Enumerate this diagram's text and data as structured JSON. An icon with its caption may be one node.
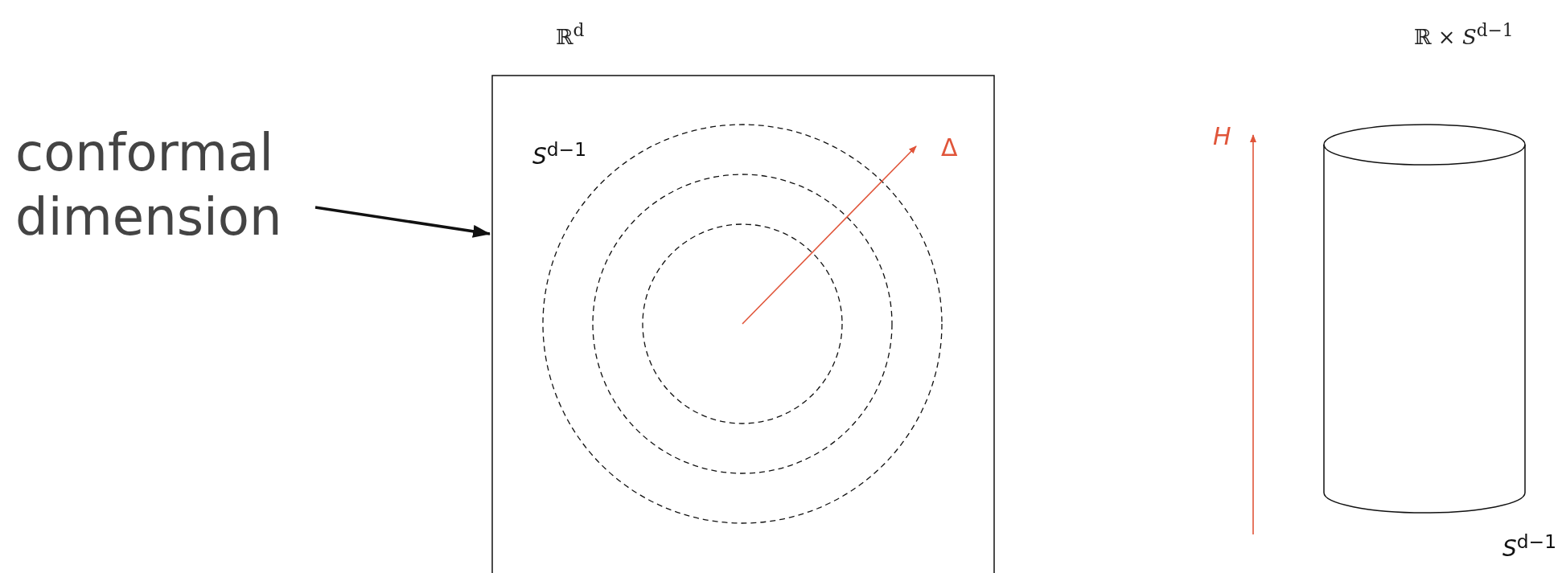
{
  "diagram": {
    "nodes": [
      {
        "text": [
          "conformal dimension"
        ]
      },
      {
        "text": [
          "ℝ$^{d}$"
        ]
      },
      {
        "text": [
          "ℝ × *S*$^{d−1}$"
        ]
      }
    ],
    "edges": [
      {
        "from": 0,
        "to": 1,
        "arrow": "to"
      }
    ],
    "labels": [
      "*S*$^{d−1}$",
      "Δ",
      "H",
      "*S*$^{d−1}$"
    ]
  }
}
